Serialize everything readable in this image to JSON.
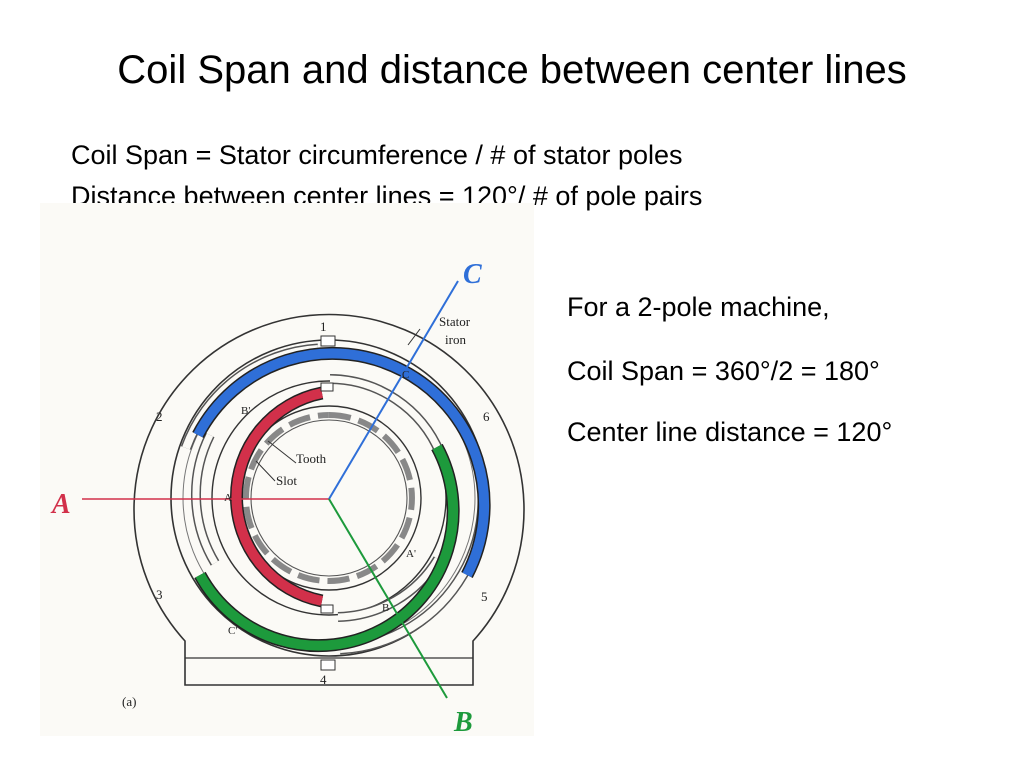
{
  "title": "Coil Span and distance between center lines",
  "definitions": [
    "Coil Span = Stator circumference / # of stator poles",
    "Distance between center lines = 120°/ # of pole pairs"
  ],
  "notes": [
    "For a 2-pole machine,",
    "Coil Span = 360°/2 = 180°",
    "Center line distance = 120°"
  ],
  "figure": {
    "axis_labels": {
      "a": "A",
      "b": "B",
      "c": "C"
    },
    "slot_numbers": [
      "1",
      "2",
      "3",
      "4",
      "5",
      "6"
    ],
    "stator_label_line1": "Stator",
    "stator_label_line2": "iron",
    "tooth_label": "Tooth",
    "slot_label": "Slot",
    "coil_labels": {
      "a": "A",
      "a_prime": "A'",
      "b": "B",
      "b_prime": "B'",
      "c": "C",
      "c_prime": "C'"
    },
    "caption": "(a)",
    "colors": {
      "phase_a": "#d2304a",
      "phase_b": "#1d9a3c",
      "phase_c": "#2f6fd8",
      "paper": "#fbfaf6",
      "ink": "#333333"
    }
  }
}
